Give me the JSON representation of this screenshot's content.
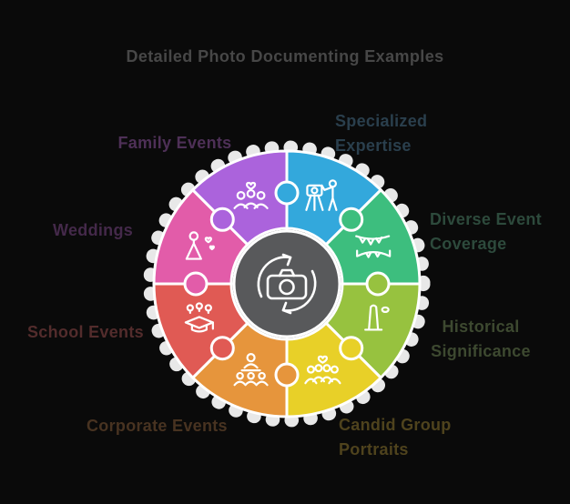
{
  "title": {
    "text": "Detailed Photo Documenting Examples",
    "color": "#474747"
  },
  "background_color": "#0a0a0a",
  "wheel": {
    "center_icon": "camera-sync-icon",
    "center_color": "#58595b",
    "ring_color": "#e8e8e8",
    "divider_color": "#ffffff",
    "segments": [
      {
        "name": "specialized-expertise",
        "color": "#33a8dc",
        "icon": "camera-tripod-icon"
      },
      {
        "name": "diverse-event-coverage",
        "color": "#3dbe7e",
        "icon": "bunting-icon"
      },
      {
        "name": "historical-significance",
        "color": "#97c23f",
        "icon": "monument-icon"
      },
      {
        "name": "candid-group-portraits",
        "color": "#e8d028",
        "icon": "group-heart-icon"
      },
      {
        "name": "corporate-events",
        "color": "#e6953c",
        "icon": "presentation-group-icon"
      },
      {
        "name": "school-events",
        "color": "#e05a54",
        "icon": "graduation-cap-icon"
      },
      {
        "name": "weddings",
        "color": "#e25ca9",
        "icon": "bride-heart-icon"
      },
      {
        "name": "family-events",
        "color": "#ab63dc",
        "icon": "family-heart-icon"
      }
    ]
  },
  "labels": {
    "family_events": {
      "text": "Family Events",
      "color": "#4e3057"
    },
    "specialized_expertise": {
      "line1": "Specialized",
      "line2": "Expertise",
      "color": "#2a3f4d"
    },
    "diverse_event_coverage": {
      "line1": "Diverse Event",
      "line2": "Coverage",
      "color": "#2d4a3c"
    },
    "historical_significance": {
      "line1": "Historical",
      "line2": "Significance",
      "color": "#3d4930"
    },
    "candid_group_portraits": {
      "line1": "Candid Group",
      "line2": "Portraits",
      "color": "#4f431d"
    },
    "corporate_events": {
      "text": "Corporate Events",
      "color": "#483321"
    },
    "school_events": {
      "text": "School Events",
      "color": "#532c2c"
    },
    "weddings": {
      "text": "Weddings",
      "color": "#44294a"
    }
  }
}
